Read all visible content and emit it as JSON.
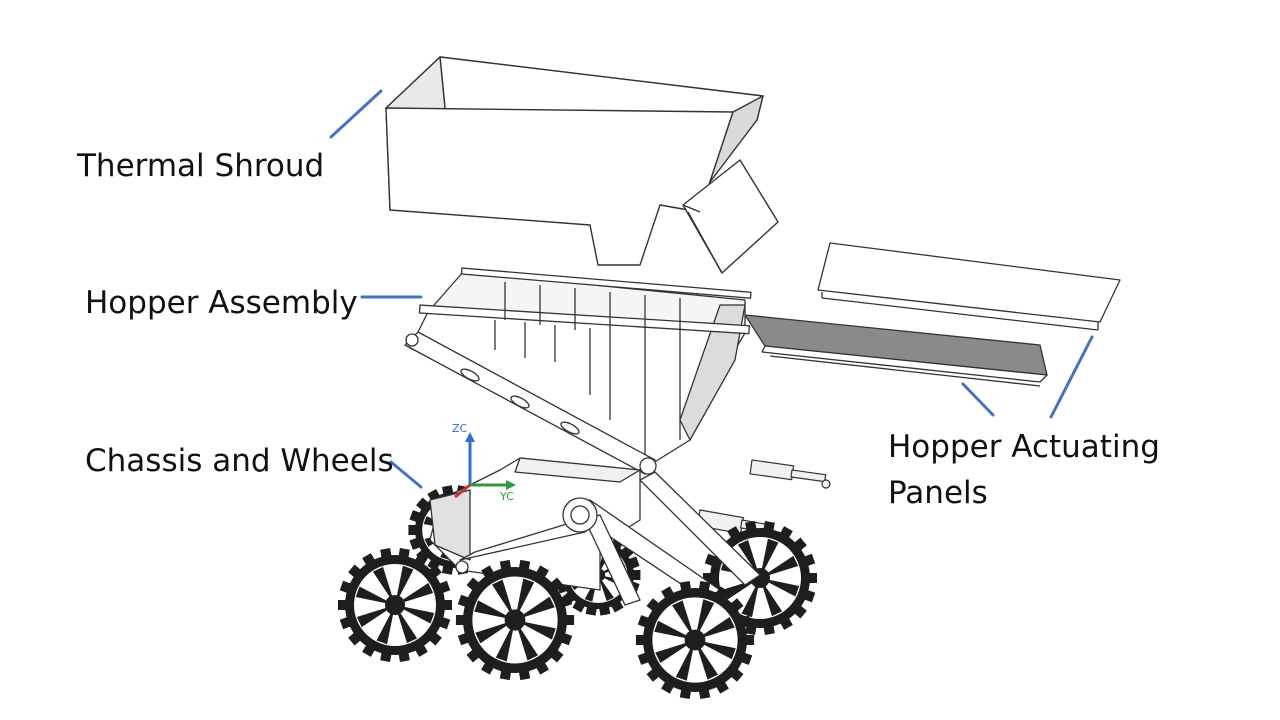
{
  "labels": {
    "thermal_shroud": "Thermal Shroud",
    "hopper_assembly": "Hopper Assembly",
    "chassis_wheels": "Chassis and Wheels",
    "actuating_panels_line1": "Hopper Actuating",
    "actuating_panels_line2": "Panels"
  },
  "axes": {
    "z": "ZC",
    "y": "YC"
  },
  "colors": {
    "leader_line": "#4472C4",
    "outline": "#333333",
    "part_fill": "#ffffff",
    "wheel": "#1e1e1e",
    "axis_z": "#2f6fd0",
    "axis_y": "#2e9a3e",
    "axis_x": "#d03030",
    "dark_panel": "#8a8a8a"
  }
}
